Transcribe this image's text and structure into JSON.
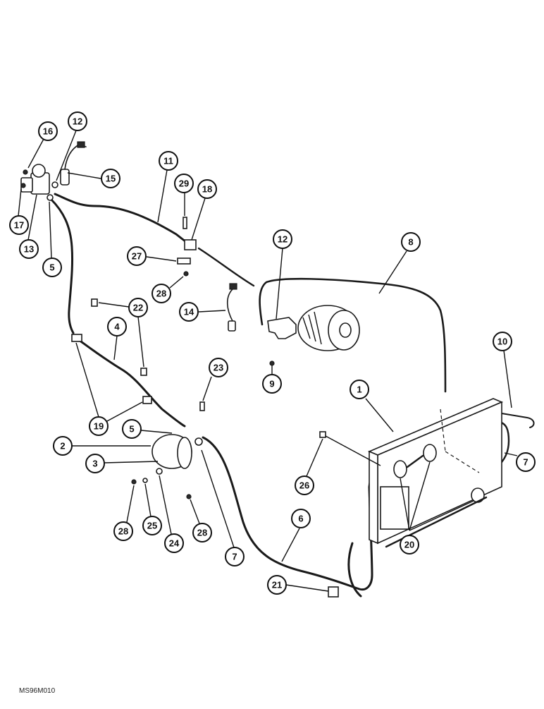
{
  "diagram": {
    "figure_id": "MS96M010",
    "callouts": [
      {
        "id": "c16",
        "label": "16"
      },
      {
        "id": "c12a",
        "label": "12"
      },
      {
        "id": "c15",
        "label": "15"
      },
      {
        "id": "c17",
        "label": "17"
      },
      {
        "id": "c13",
        "label": "13"
      },
      {
        "id": "c5a",
        "label": "5"
      },
      {
        "id": "c11",
        "label": "11"
      },
      {
        "id": "c29",
        "label": "29"
      },
      {
        "id": "c18",
        "label": "18"
      },
      {
        "id": "c27",
        "label": "27"
      },
      {
        "id": "c28a",
        "label": "28"
      },
      {
        "id": "c12b",
        "label": "12"
      },
      {
        "id": "c8",
        "label": "8"
      },
      {
        "id": "c14",
        "label": "14"
      },
      {
        "id": "c22",
        "label": "22"
      },
      {
        "id": "c4",
        "label": "4"
      },
      {
        "id": "c9",
        "label": "9"
      },
      {
        "id": "c10",
        "label": "10"
      },
      {
        "id": "c23",
        "label": "23"
      },
      {
        "id": "c1",
        "label": "1"
      },
      {
        "id": "c19",
        "label": "19"
      },
      {
        "id": "c5b",
        "label": "5"
      },
      {
        "id": "c2",
        "label": "2"
      },
      {
        "id": "c3",
        "label": "3"
      },
      {
        "id": "c7a",
        "label": "7"
      },
      {
        "id": "c26",
        "label": "26"
      },
      {
        "id": "c28b",
        "label": "28"
      },
      {
        "id": "c25",
        "label": "25"
      },
      {
        "id": "c24",
        "label": "24"
      },
      {
        "id": "c28c",
        "label": "28"
      },
      {
        "id": "c7b",
        "label": "7"
      },
      {
        "id": "c6",
        "label": "6"
      },
      {
        "id": "c20",
        "label": "20"
      },
      {
        "id": "c21",
        "label": "21"
      }
    ]
  }
}
